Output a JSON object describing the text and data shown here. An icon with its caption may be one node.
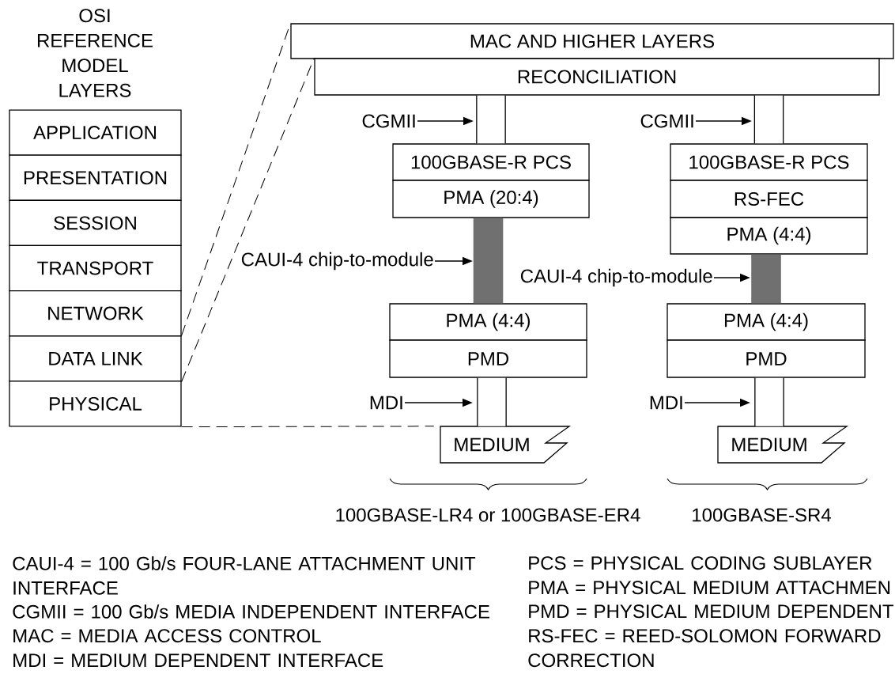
{
  "diagram": {
    "nodes": [
      {
        "text": [
          "APPLICATION"
        ]
      },
      {
        "text": [
          "PRESENTATION"
        ]
      },
      {
        "text": [
          "SESSION"
        ]
      },
      {
        "text": [
          "TRANSPORT"
        ]
      },
      {
        "text": [
          "NETWORK"
        ]
      },
      {
        "text": [
          "DATA LINK"
        ]
      },
      {
        "text": [
          "PHYSICAL"
        ]
      },
      {
        "text": [
          "MAC AND HIGHER LAYERS"
        ]
      },
      {
        "text": [
          "RECONCILIATION"
        ]
      },
      {
        "text": [
          "100GBASE-R PCS"
        ]
      },
      {
        "text": [
          "PMA (20:4)"
        ]
      },
      {
        "text": [
          "PMA (4:4)"
        ]
      },
      {
        "text": [
          "PMD"
        ]
      },
      {
        "text": [
          "MEDIUM"
        ]
      },
      {
        "text": [
          "100GBASE-R PCS"
        ]
      },
      {
        "text": [
          "RS-FEC"
        ]
      },
      {
        "text": [
          "PMA (4:4)"
        ]
      },
      {
        "text": [
          "PMA (4:4)"
        ]
      },
      {
        "text": [
          "PMD"
        ]
      },
      {
        "text": [
          "MEDIUM"
        ]
      },
      {
        "text": [
          "CGMII"
        ]
      },
      {
        "text": [
          "CGMII"
        ]
      },
      {
        "text": [
          "CAUI-4 chip-to-module"
        ]
      },
      {
        "text": [
          "CAUI-4 chip-to-module"
        ]
      },
      {
        "text": [
          "MDI"
        ]
      },
      {
        "text": [
          "MDI"
        ]
      }
    ],
    "edges": [
      {
        "from": 8,
        "to": 9,
        "arrow": "none",
        "style": "thick"
      },
      {
        "from": 8,
        "to": 14,
        "arrow": "none",
        "style": "thick"
      },
      {
        "from": 10,
        "to": 11,
        "arrow": "none",
        "style": "thick",
        "color": "#707070"
      },
      {
        "from": 16,
        "to": 17,
        "arrow": "none",
        "style": "thick",
        "color": "#707070"
      },
      {
        "from": 12,
        "to": 13,
        "arrow": "none",
        "style": "thick"
      },
      {
        "from": 18,
        "to": 19,
        "arrow": "none",
        "style": "thick"
      },
      {
        "from": 20,
        "to": null,
        "arrow": "to"
      },
      {
        "from": 21,
        "to": null,
        "arrow": "to"
      },
      {
        "from": 22,
        "to": null,
        "arrow": "to"
      },
      {
        "from": 23,
        "to": null,
        "arrow": "to"
      },
      {
        "from": 24,
        "to": null,
        "arrow": "to"
      },
      {
        "from": 25,
        "to": null,
        "arrow": "to"
      },
      {
        "from": 5,
        "to": 7,
        "arrow": "none",
        "style": "dashed"
      },
      {
        "from": 5,
        "to": 8,
        "arrow": "none",
        "style": "dashed"
      },
      {
        "from": 6,
        "to": 13,
        "arrow": "none",
        "style": "dashed"
      }
    ],
    "labels": [
      "OSI REFERENCE MODEL LAYERS",
      "100GBASE-LR4 or 100GBASE-ER4",
      "100GBASE-SR4",
      "CAUI-4 = 100 Gb/s FOUR-LANE ATTACHMENT UNIT INTERFACE",
      "CGMII = 100 Gb/s MEDIA INDEPENDENT INTERFACE",
      "MAC = MEDIA ACCESS CONTROL",
      "MDI = MEDIUM DEPENDENT INTERFACE",
      "PCS = PHYSICAL CODING SUBLAYER",
      "PMA = PHYSICAL MEDIUM ATTACHMEN",
      "PMD = PHYSICAL MEDIUM DEPENDENT",
      "RS-FEC = REED-SOLOMON FORWARD CORRECTION"
    ]
  }
}
